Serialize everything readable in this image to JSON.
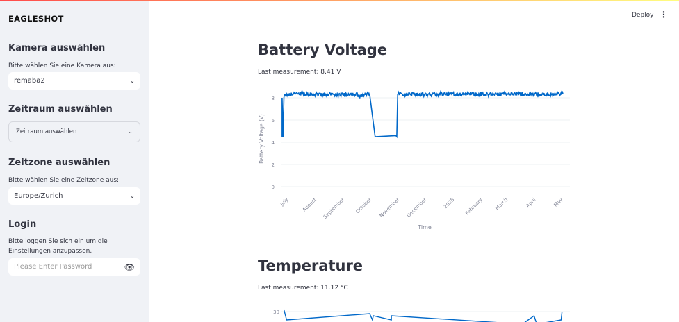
{
  "sidebar": {
    "logo": "EAGLESHOT",
    "camera": {
      "heading": "Kamera auswählen",
      "label": "Bitte wählen Sie eine Kamera aus:",
      "value": "remaba2"
    },
    "period": {
      "heading": "Zeitraum auswählen",
      "placeholder": "Zeitraum auswählen"
    },
    "timezone": {
      "heading": "Zeitzone auswählen",
      "label": "Bitte wählen Sie eine Zeitzone aus:",
      "value": "Europe/Zurich"
    },
    "login": {
      "heading": "Login",
      "label": "Bitte loggen Sie sich ein um die Einstellungen anzupassen.",
      "placeholder": "Please Enter Password"
    }
  },
  "header": {
    "deploy": "Deploy",
    "menu_icon": "vertical-dots-icon"
  },
  "battery": {
    "title": "Battery Voltage",
    "last": "Last measurement: 8.41 V"
  },
  "temperature": {
    "title": "Temperature",
    "last": "Last measurement: 11.12 °C"
  },
  "chart_data": [
    {
      "type": "line",
      "xlabel": "Time",
      "ylabel": "Battery Voltage (V)",
      "color": "#0068c9",
      "ylim": [
        -0.5,
        8.6
      ],
      "yticks": [
        0,
        2,
        4,
        6,
        8
      ],
      "xticks": [
        "July",
        "August",
        "September",
        "October",
        "November",
        "December",
        "2025",
        "February",
        "March",
        "April",
        "May"
      ],
      "xtick_dates": [
        "2024-07-01",
        "2024-08-01",
        "2024-09-01",
        "2024-10-01",
        "2024-11-01",
        "2024-12-01",
        "2025-01-01",
        "2025-02-01",
        "2025-03-01",
        "2025-04-01",
        "2025-05-01"
      ],
      "points": [
        [
          "2024-06-24",
          4.5
        ],
        [
          "2024-06-24",
          8.0
        ],
        [
          "2024-06-25",
          4.5
        ],
        [
          "2024-06-26",
          8.2
        ],
        [
          "2024-06-28",
          8.3
        ],
        [
          "2024-07-15",
          8.35
        ],
        [
          "2024-08-01",
          8.3
        ],
        [
          "2024-08-20",
          8.3
        ],
        [
          "2024-09-05",
          8.25
        ],
        [
          "2024-09-15",
          8.3
        ],
        [
          "2024-09-18",
          8.1
        ],
        [
          "2024-09-25",
          8.4
        ],
        [
          "2024-09-29",
          8.3
        ],
        [
          "2024-10-05",
          4.5
        ],
        [
          "2024-10-28",
          4.6
        ],
        [
          "2024-10-29",
          4.5
        ],
        [
          "2024-10-30",
          8.35
        ],
        [
          "2024-11-15",
          8.3
        ],
        [
          "2024-12-01",
          8.3
        ],
        [
          "2024-12-20",
          8.35
        ],
        [
          "2025-01-05",
          8.3
        ],
        [
          "2025-01-20",
          8.35
        ],
        [
          "2025-02-10",
          8.3
        ],
        [
          "2025-03-01",
          8.35
        ],
        [
          "2025-03-20",
          8.35
        ],
        [
          "2025-04-10",
          8.3
        ],
        [
          "2025-05-01",
          8.35
        ]
      ]
    },
    {
      "type": "line",
      "ylabel": "",
      "color": "#0068c9",
      "yticks": [
        30
      ],
      "points": [
        [
          "2024-06-26",
          30.5
        ],
        [
          "2024-06-29",
          28
        ],
        [
          "2024-09-29",
          29.5
        ],
        [
          "2024-10-02",
          28
        ],
        [
          "2024-10-03",
          29
        ],
        [
          "2024-10-23",
          28
        ],
        [
          "2024-10-23",
          29
        ],
        [
          "2025-03-17",
          27
        ],
        [
          "2025-03-30",
          29
        ],
        [
          "2025-04-02",
          27
        ],
        [
          "2025-04-29",
          28
        ],
        [
          "2025-04-30",
          30
        ]
      ]
    }
  ]
}
